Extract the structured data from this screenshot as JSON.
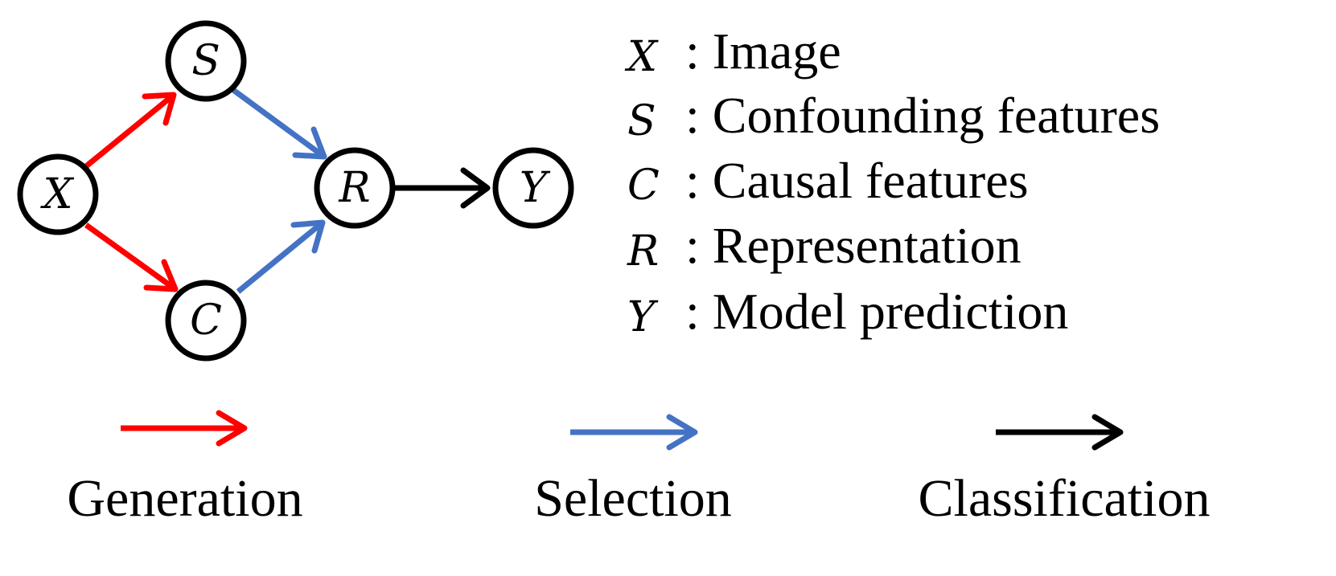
{
  "colors": {
    "generation": "#ff0000",
    "selection": "#4472c4",
    "classification": "#000000"
  },
  "nodes": {
    "x": "X",
    "s": "S",
    "c": "C",
    "r": "R",
    "y": "Y"
  },
  "legend": [
    {
      "symbol": "X",
      "text": ": Image"
    },
    {
      "symbol": "S",
      "text": ": Confounding features"
    },
    {
      "symbol": "C",
      "text": ": Causal features"
    },
    {
      "symbol": "R",
      "text": ": Representation"
    },
    {
      "symbol": "Y",
      "text": ": Model prediction"
    }
  ],
  "arrow_legend": {
    "generation": "Generation",
    "selection": "Selection",
    "classification": "Classification"
  }
}
